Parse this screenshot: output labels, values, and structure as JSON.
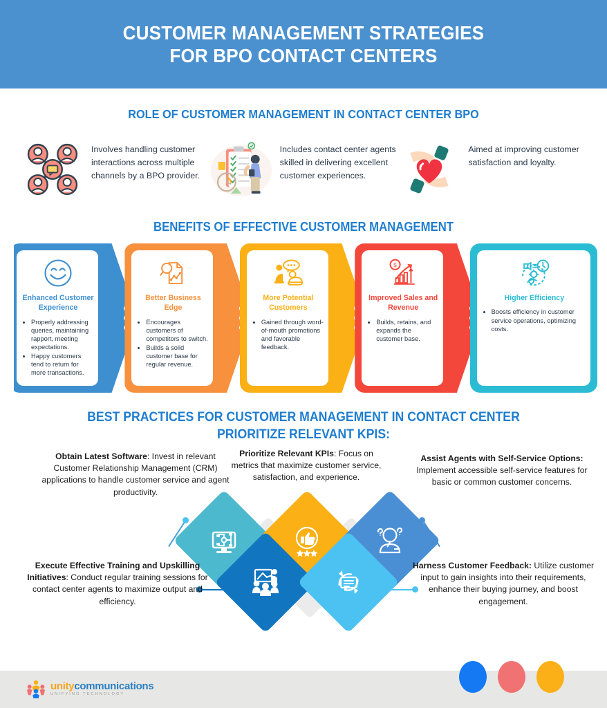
{
  "header": {
    "line1": "CUSTOMER MANAGEMENT STRATEGIES",
    "line2": "FOR BPO CONTACT CENTERS",
    "bg_color": "#4c91cf"
  },
  "role_section": {
    "title": "ROLE OF CUSTOMER MANAGEMENT IN CONTACT CENTER BPO",
    "title_color": "#1f7ed0",
    "items": [
      {
        "icon": "users-network-icon",
        "text": "Involves handling customer interactions across multiple channels by a BPO provider."
      },
      {
        "icon": "checklist-agent-icon",
        "text": "Includes contact center agents skilled in delivering excellent customer experiences."
      },
      {
        "icon": "hands-heart-icon",
        "text": "Aimed at improving customer satisfaction and loyalty."
      }
    ]
  },
  "benefits_section": {
    "title": "BENEFITS OF EFFECTIVE CUSTOMER MANAGEMENT",
    "title_color": "#1f7ed0",
    "cards": [
      {
        "title": "Enhanced Customer Experience",
        "color": "#3d8fd0",
        "icon": "smiley-face-icon",
        "bullets": [
          "Properly addressing queries, maintaining rapport, meeting expectations.",
          "Happy customers tend to return for more transactions."
        ]
      },
      {
        "title": "Better Business Edge",
        "color": "#f7913d",
        "icon": "document-analysis-icon",
        "bullets": [
          "Encourages customers of competitors to switch.",
          "Builds a solid customer base for regular revenue."
        ]
      },
      {
        "title": "More Potential Customers",
        "color": "#fbb016",
        "icon": "people-talking-icon",
        "bullets": [
          "Gained through word-of-mouth promotions and favorable feedback."
        ]
      },
      {
        "title": "Improved Sales and Revenue",
        "color": "#f4473b",
        "icon": "growth-chart-icon",
        "bullets": [
          "Builds, retains, and expands the customer base."
        ]
      },
      {
        "title": "Higher Efficiency",
        "color": "#2bbcd4",
        "icon": "efficiency-gear-icon",
        "bullets": [
          "Boosts efficiency in customer service operations, optimizing costs."
        ]
      }
    ]
  },
  "best_practices_section": {
    "title_line1": "BEST PRACTICES FOR CUSTOMER MANAGEMENT IN CONTACT CENTER",
    "title_line2": "PRIORITIZE RELEVANT KPIS:",
    "title_color": "#1f7ed0",
    "practices": [
      {
        "heading": "Obtain Latest Software",
        "body": ": Invest in relevant Customer Relationship Management (CRM) applications to handle customer service and agent productivity.",
        "icon": "monitor-network-icon",
        "color": "#4cb9cf"
      },
      {
        "heading": "Prioritize Relevant KPIs",
        "body": ": Focus on metrics that maximize customer service, satisfaction, and experience.",
        "icon": "thumbs-up-stars-icon",
        "color": "#fbb016"
      },
      {
        "heading": "Assist Agents with Self-Service Options:",
        "body": " Implement accessible self-service features for basic or common customer concerns.",
        "icon": "question-person-icon",
        "color": "#4a8fd4"
      },
      {
        "heading": "Execute Effective Training and Upskilling Initiatives",
        "body": ": Conduct regular training sessions for contact center agents to maximize output and efficiency.",
        "icon": "training-presentation-icon",
        "color": "#1275bf"
      },
      {
        "heading": "Harness Customer Feedback:",
        "body": " Utilize customer input to gain insights into their requirements, enhance their buying journey, and boost engagement.",
        "icon": "feedback-loop-icon",
        "color": "#4cc2f2"
      }
    ]
  },
  "footer": {
    "logo_part1": "unity",
    "logo_part2": "communications",
    "tagline": "UNIFYING TECHNOLOGY",
    "dot_colors": [
      "#1479f2",
      "#f07272",
      "#fcb017"
    ],
    "bg_color": "#e7e7e5"
  }
}
